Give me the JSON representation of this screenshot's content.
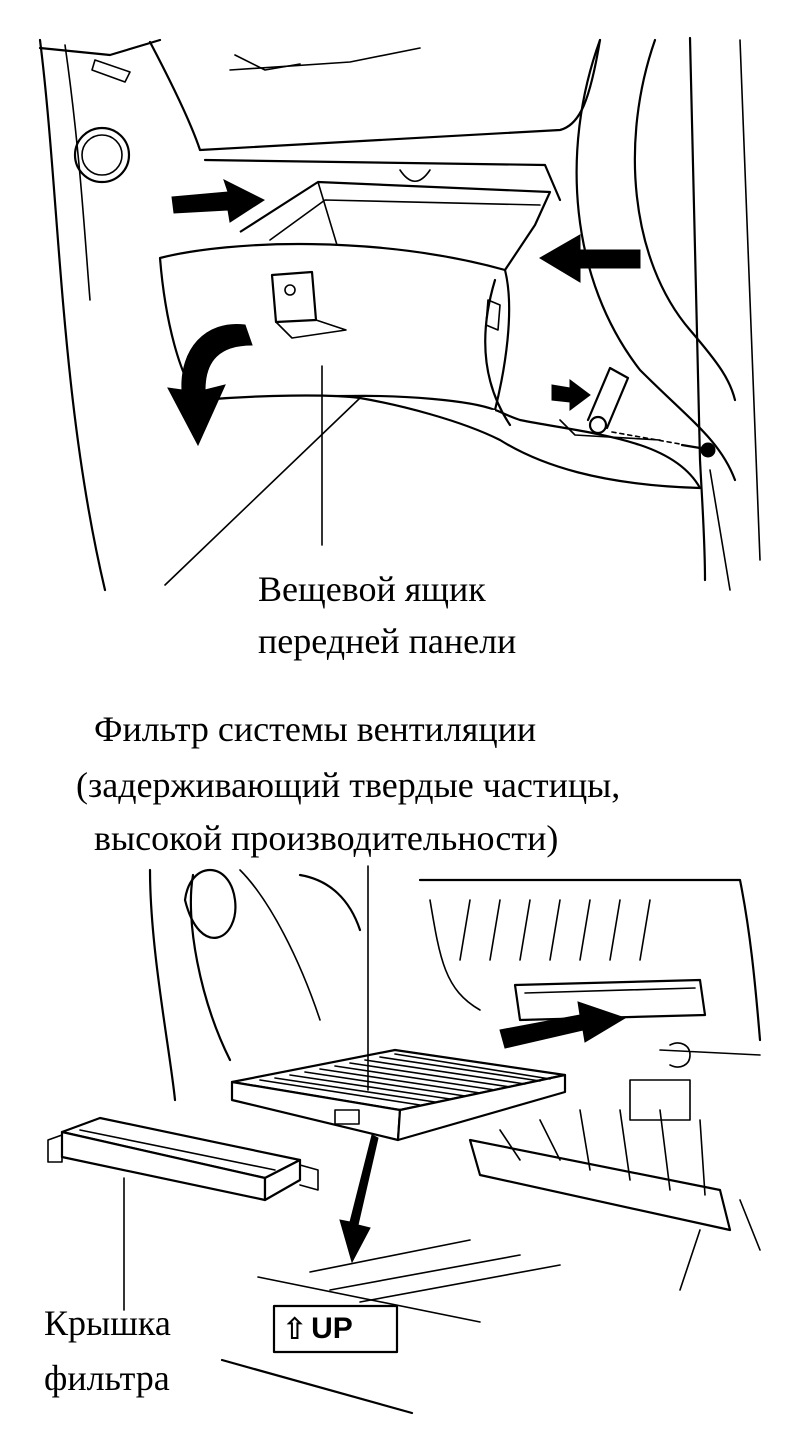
{
  "labels": {
    "glove_box_line1": "Вещевой ящик",
    "glove_box_line2": "передней панели",
    "filter_line1": "Фильтр системы вентиляции",
    "filter_line2": "(задерживающий твердые частицы,",
    "filter_line3": "высокой производительности)",
    "cover_line1": "Крышка",
    "cover_line2": "фильтра",
    "up_mark": "UP",
    "up_arrow_glyph": "⇧"
  }
}
